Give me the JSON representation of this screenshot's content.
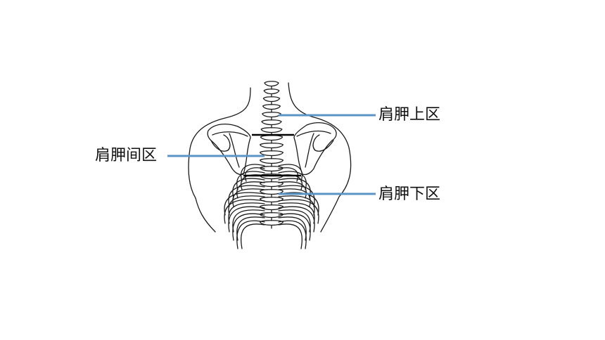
{
  "labels": {
    "suprascapular": "肩胛上区",
    "interscapular": "肩胛间区",
    "infrascapular": "肩胛下区"
  },
  "colors": {
    "leader_line": "#5b94c6",
    "bone_outline": "#1a1a1a",
    "boundary_line": "#000000",
    "background": "#ffffff"
  }
}
